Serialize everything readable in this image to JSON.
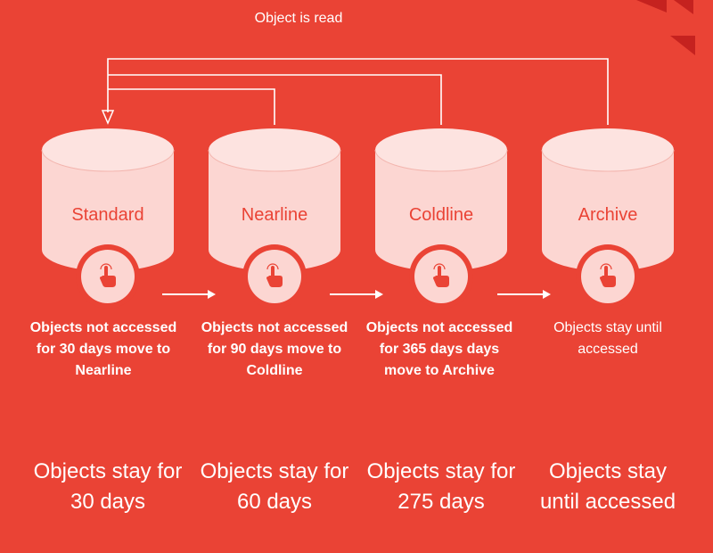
{
  "diagram": {
    "read_label": "Object is read",
    "classes": [
      {
        "name": "Standard",
        "rule": "Objects not accessed for 30 days move to Nearline",
        "rule_bold": true,
        "stay": "Objects stay for 30 days"
      },
      {
        "name": "Nearline",
        "rule": "Objects not accessed for 90 days move to Coldline",
        "rule_bold": true,
        "stay": "Objects stay for 60 days"
      },
      {
        "name": "Coldline",
        "rule": "Objects not accessed for 365 days days move to Archive",
        "rule_bold": true,
        "stay": "Objects stay for 275 days"
      },
      {
        "name": "Archive",
        "rule": "Objects stay until accessed",
        "rule_bold": false,
        "stay": "Objects stay until accessed"
      }
    ],
    "icons": {
      "cylinder": "storage-cylinder-icon",
      "badge": "touch-hand-icon",
      "arrow": "right-arrow-icon"
    },
    "colors": {
      "background": "#ea4335",
      "cylinder": "#fcd6d2",
      "cylinder_top": "#fde3e0",
      "accent": "#ea4335",
      "text": "#ffffff"
    }
  }
}
